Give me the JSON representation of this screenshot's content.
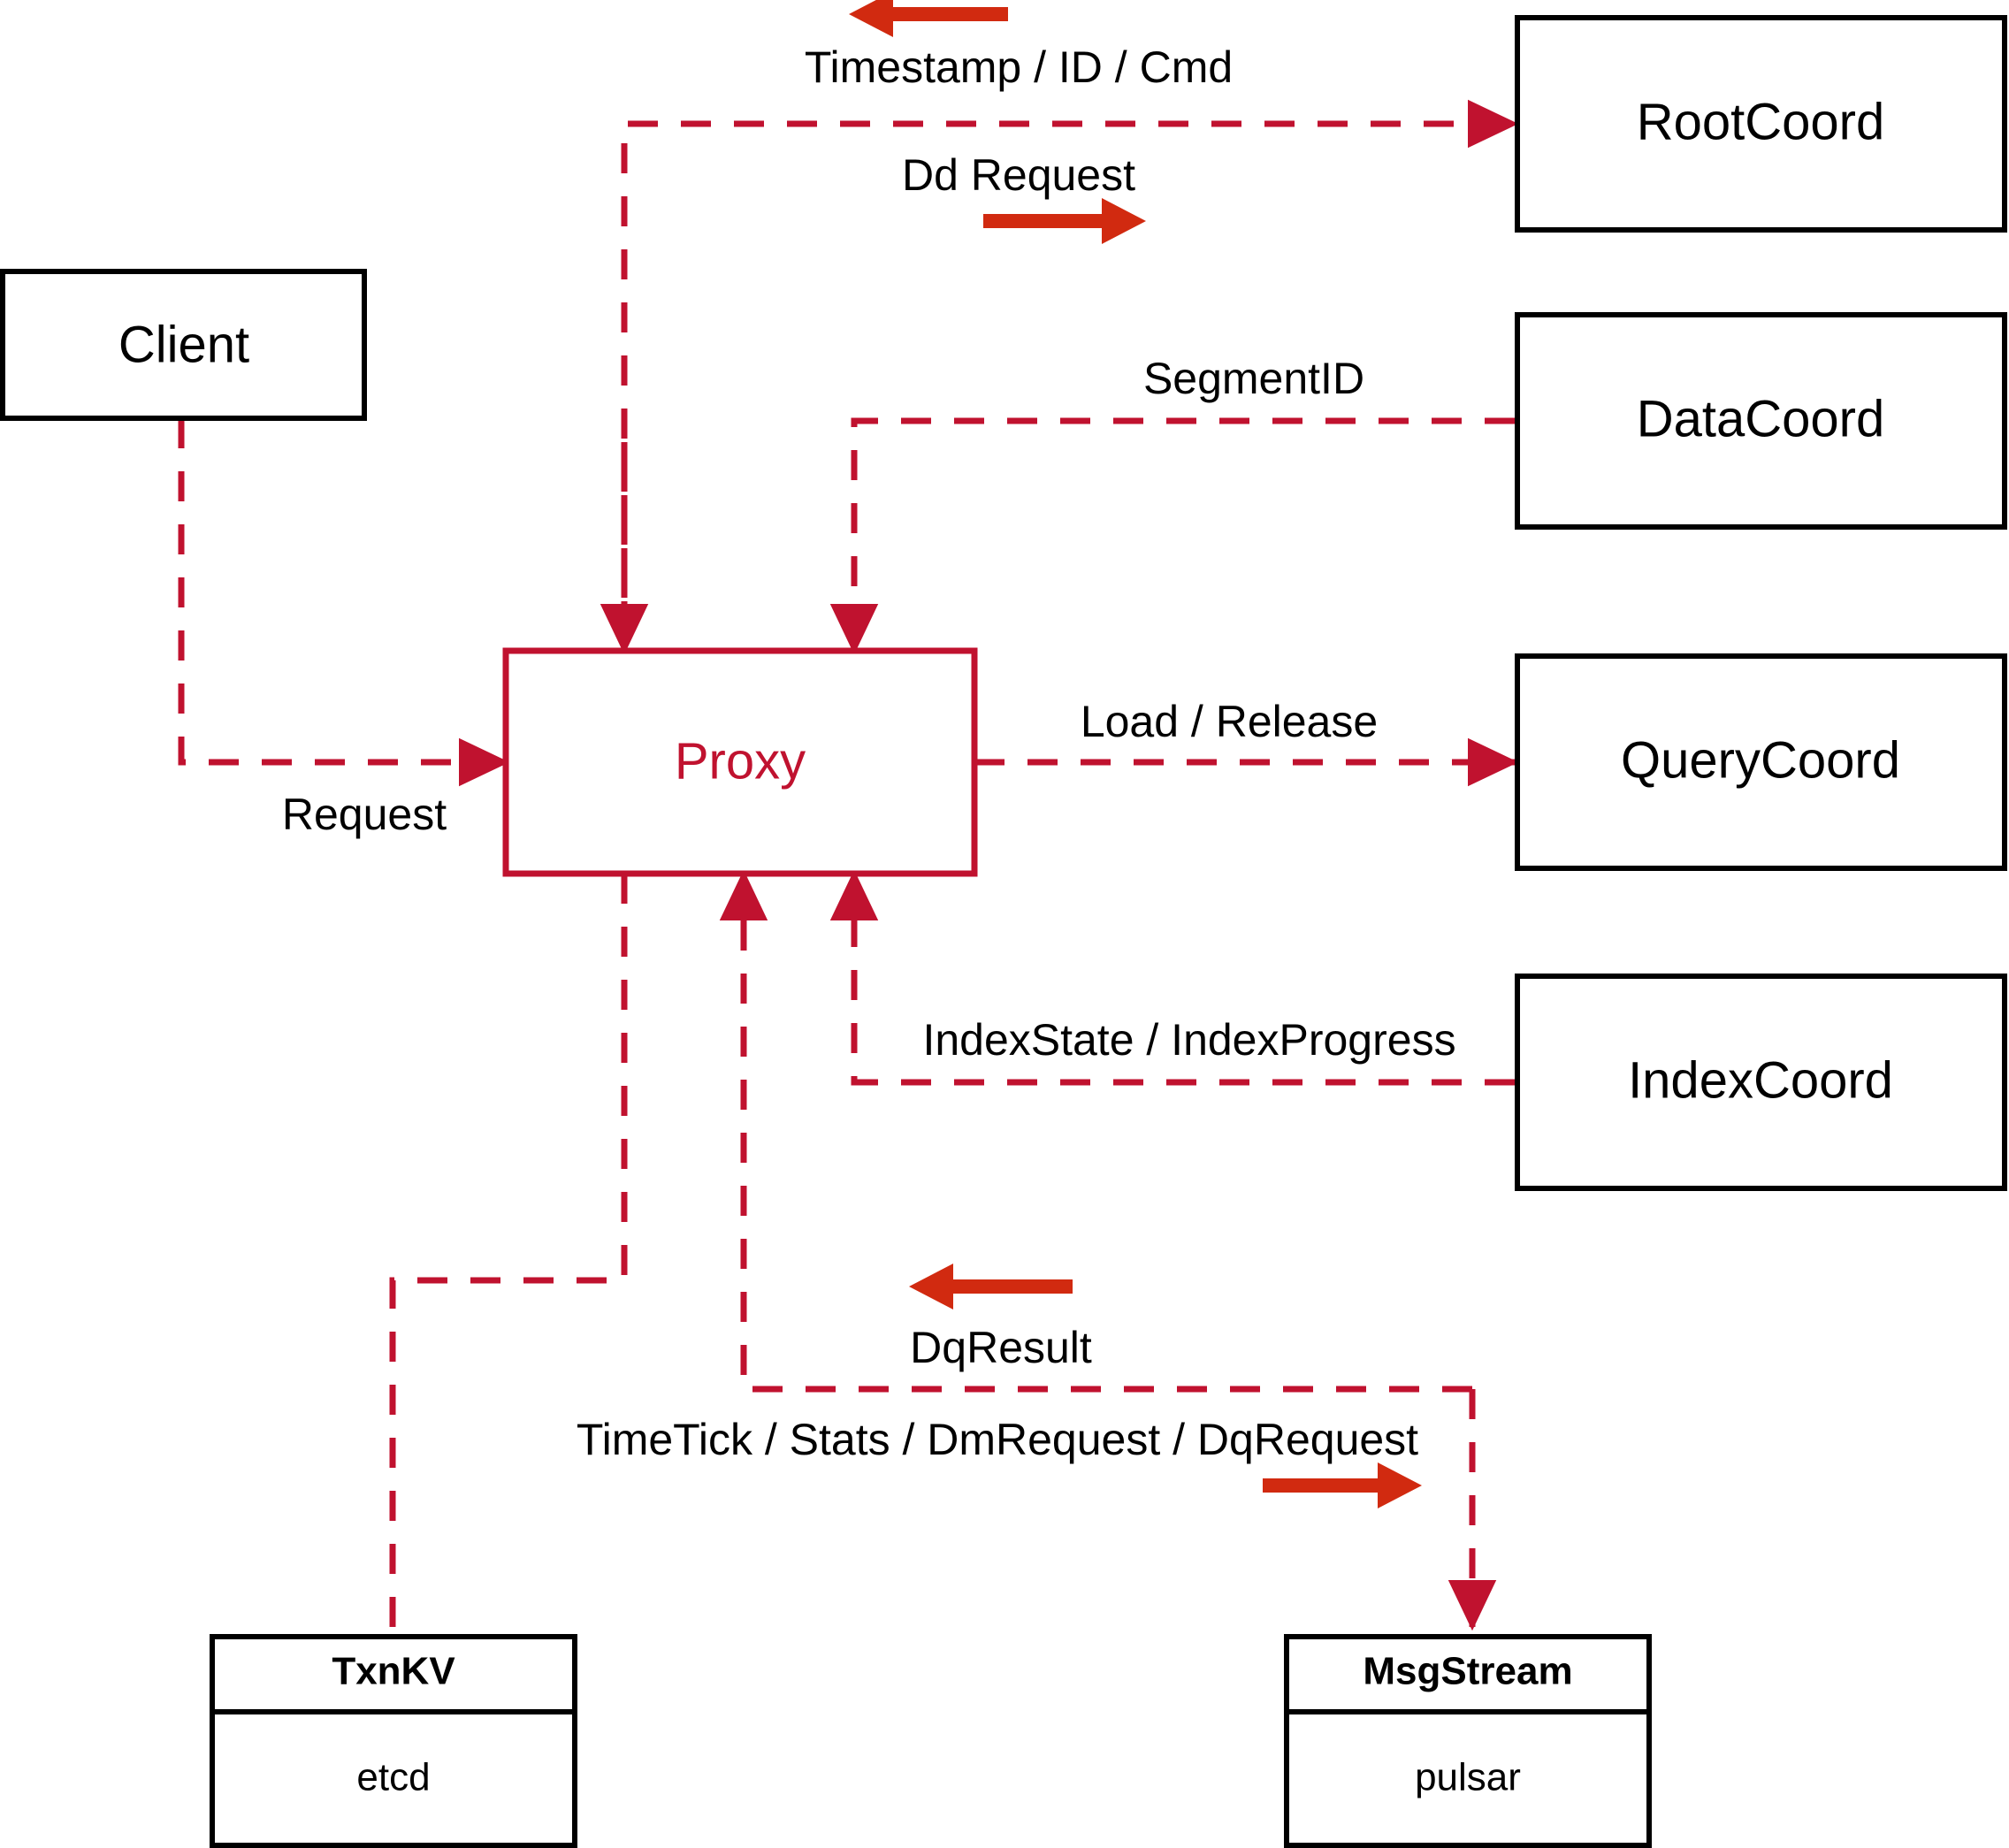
{
  "diagram": {
    "title": "Milvus Proxy component interaction diagram",
    "accent_color_red": "#c0122f",
    "accent_color_arrow": "#d12a10",
    "node_border_color": "#000000",
    "background": "#ffffff"
  },
  "nodes": {
    "client": {
      "label": "Client"
    },
    "proxy": {
      "label": "Proxy"
    },
    "root_coord": {
      "label": "RootCoord"
    },
    "data_coord": {
      "label": "DataCoord"
    },
    "query_coord": {
      "label": "QueryCoord"
    },
    "index_coord": {
      "label": "IndexCoord"
    },
    "txnkv": {
      "title": "TxnKV",
      "body": "etcd"
    },
    "msgstream": {
      "title": "MsgStream",
      "body": "pulsar"
    }
  },
  "edges": {
    "timestamp_id_cmd": {
      "label": "Timestamp / ID / Cmd",
      "direction": "left"
    },
    "dd_request": {
      "label": "Dd Request",
      "direction": "right"
    },
    "segment_id": {
      "label": "SegmentID",
      "direction": "none"
    },
    "request": {
      "label": "Request",
      "direction": "right"
    },
    "load_release": {
      "label": "Load / Release",
      "direction": "right"
    },
    "index_state_progress": {
      "label": "IndexState / IndexProgress",
      "direction": "none"
    },
    "dq_result": {
      "label": "DqResult",
      "direction": "left"
    },
    "timetick_stats_dm_dq": {
      "label": "TimeTick / Stats / DmRequest / DqRequest",
      "direction": "right"
    }
  }
}
